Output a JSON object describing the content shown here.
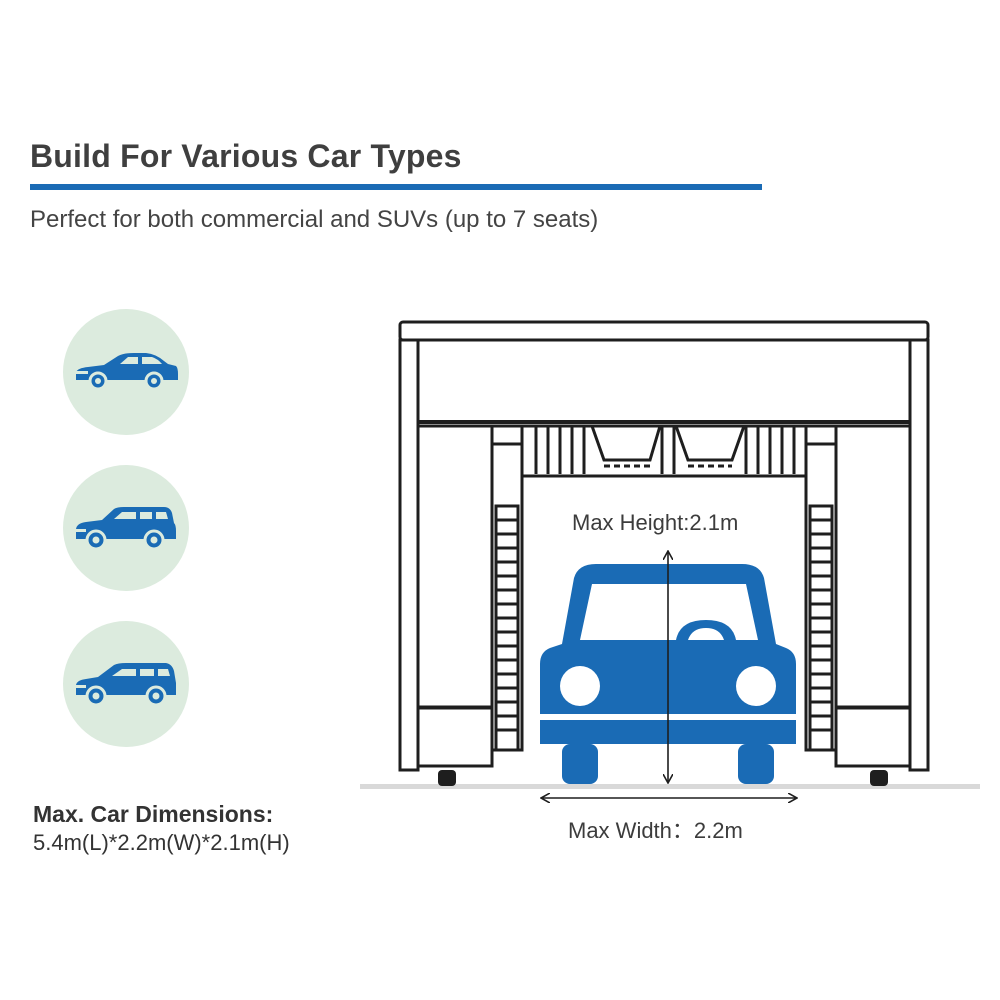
{
  "header": {
    "title": "Build For Various Car Types",
    "subtitle": "Perfect for both commercial and SUVs (up to 7 seats)"
  },
  "car_types": [
    {
      "icon": "sedan-icon"
    },
    {
      "icon": "suv-icon"
    },
    {
      "icon": "minivan-icon"
    }
  ],
  "dimensions": {
    "heading": "Max. Car Dimensions:",
    "value": "5.4m(L)*2.2m(W)*2.1m(H)"
  },
  "diagram": {
    "max_height_label": "Max Height:2.1m",
    "max_width_label": "Max Width：2.2m"
  },
  "colors": {
    "accent": "#1a6bb5",
    "icon_circle": "#dcebde",
    "frame_line": "#1e1e1e",
    "ground": "#d9d9d9"
  }
}
